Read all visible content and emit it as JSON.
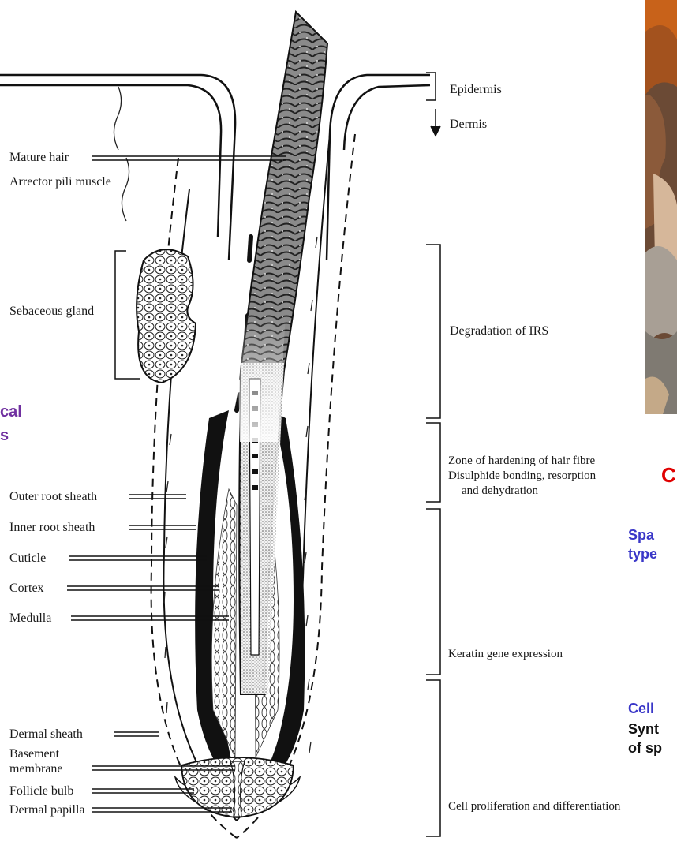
{
  "diagram": {
    "left_labels": {
      "mature_hair": "Mature hair",
      "arrector_pili": "Arrector pili muscle",
      "sebaceous_gland": "Sebaceous gland",
      "outer_root_sheath": "Outer root sheath",
      "inner_root_sheath": "Inner root sheath",
      "cuticle": "Cuticle",
      "cortex": "Cortex",
      "medulla": "Medulla",
      "dermal_sheath": "Dermal sheath",
      "basement_line1": "Basement",
      "basement_line2": "membrane",
      "follicle_bulb": "Follicle bulb",
      "dermal_papilla": "Dermal papilla"
    },
    "right_labels": {
      "epidermis": "Epidermis",
      "dermis": "Dermis",
      "degradation": "Degradation of IRS",
      "hardening_line1": "Zone of hardening of hair fibre",
      "hardening_line2": "Disulphide bonding, resorption",
      "hardening_line3": "and dehydration",
      "keratin": "Keratin gene expression",
      "proliferation": "Cell proliferation and differentiation"
    }
  },
  "cropped_slide_text": {
    "purple_line1": "cal",
    "purple_line2": "s",
    "red_fragment": "C",
    "blue_fragment1_line1": "Spa",
    "blue_fragment1_line2": "type",
    "blue_fragment2": "Cell",
    "black_line1": "Synt",
    "black_line2": "of sp"
  },
  "colors": {
    "purple": "#7030a0",
    "red": "#e00000",
    "blue": "#3a37c8",
    "ink": "#1a1a1a"
  }
}
